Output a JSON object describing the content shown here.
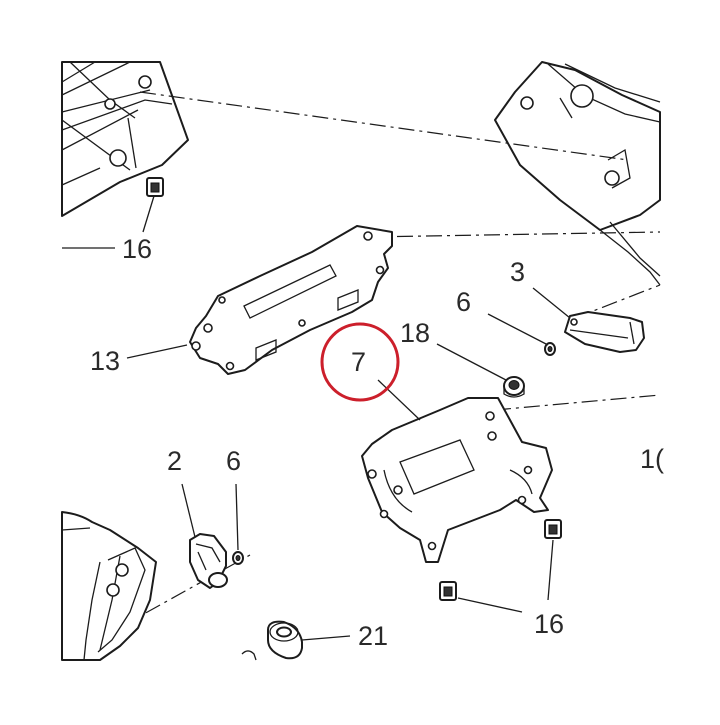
{
  "diagram": {
    "callouts": [
      {
        "id": "c16a",
        "label": "16"
      },
      {
        "id": "c13",
        "label": "13"
      },
      {
        "id": "c3",
        "label": "3"
      },
      {
        "id": "c6a",
        "label": "6"
      },
      {
        "id": "c18",
        "label": "18"
      },
      {
        "id": "c7",
        "label": "7"
      },
      {
        "id": "c10",
        "label": "1("
      },
      {
        "id": "c2",
        "label": "2"
      },
      {
        "id": "c6b",
        "label": "6"
      },
      {
        "id": "c16b",
        "label": "16"
      },
      {
        "id": "c21",
        "label": "21"
      }
    ],
    "highlight": {
      "label": "7",
      "color": "#cc1f2b"
    },
    "line_color": "#1c1c1c"
  }
}
